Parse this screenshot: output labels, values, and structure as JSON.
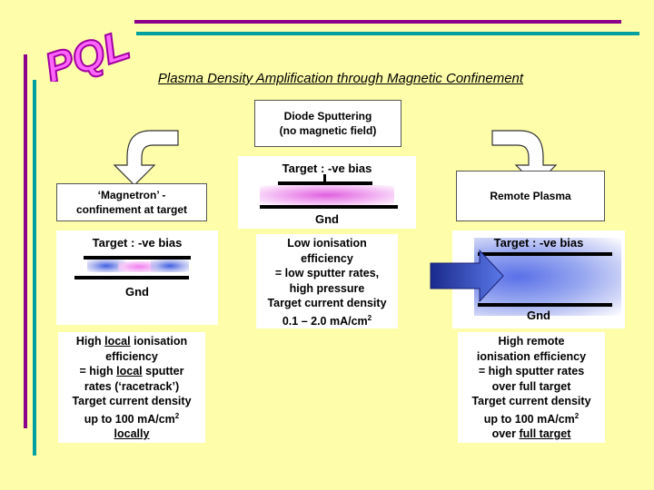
{
  "logo": {
    "text": "PQL"
  },
  "title": "Plasma Density Amplification through Magnetic Confinement",
  "diode": {
    "label_line1": "Diode Sputtering",
    "label_line2": "(no magnetic field)",
    "target_label": "Target : -ve bias",
    "gnd_label": "Gnd",
    "description": {
      "line1": "Low ionisation",
      "line2": "efficiency",
      "line3": "= low sputter rates,",
      "line4": "high pressure",
      "line5": "Target current density",
      "line6_value": "0.1 – 2.0 mA/cm",
      "line6_sup": "2"
    }
  },
  "magnetron": {
    "label_line1": "‘Magnetron’ -",
    "label_line2": "confinement at target",
    "target_label": "Target : -ve bias",
    "gnd_label": "Gnd",
    "description": {
      "line1_pre": "High ",
      "line1_u": "local",
      "line1_post": " ionisation",
      "line2": "efficiency",
      "line3_pre": "= high ",
      "line3_u": "local",
      "line3_post": " sputter",
      "line4": "rates (‘racetrack’)",
      "line5": "Target current density",
      "line6_value": "up to 100 mA/cm",
      "line6_sup": "2",
      "line7": "locally"
    }
  },
  "remote": {
    "label": "Remote Plasma",
    "target_label": "Target : -ve bias",
    "gnd_label": "Gnd",
    "description": {
      "line1": "High remote",
      "line2": "ionisation efficiency",
      "line3": "= high sputter rates",
      "line4": "over full target",
      "line5": "Target current density",
      "line6_value": "up to 100 mA/cm",
      "line6_sup": "2",
      "line7_pre": "over ",
      "line7_u": "full target"
    }
  },
  "colors": {
    "background": "#fefeaa",
    "accent_purple": "#8b008b",
    "accent_teal": "#00a0a0",
    "plasma_pink": "#e060e0",
    "plasma_blue": "#4060e0"
  }
}
